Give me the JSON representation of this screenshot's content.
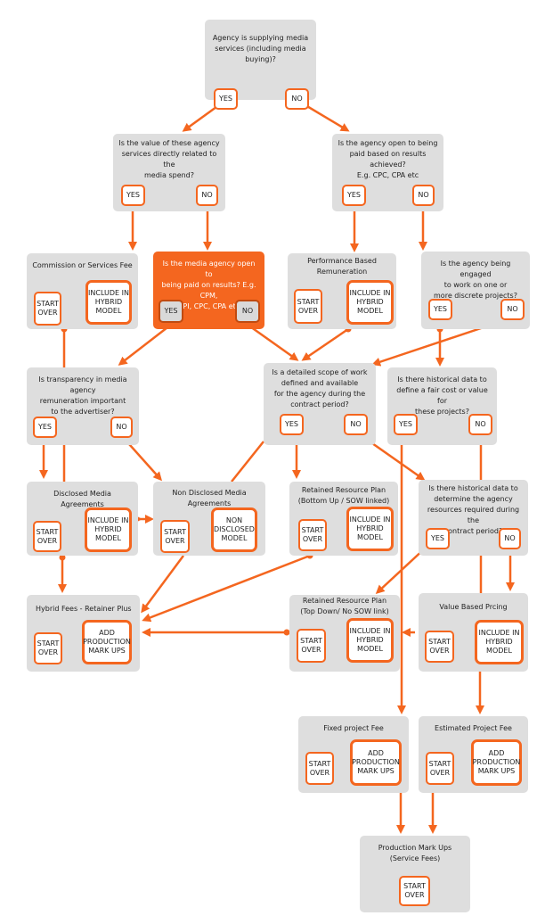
{
  "colors": {
    "accent": "#f4661f",
    "node": "#dedede",
    "highlight": "#f4661f"
  },
  "nodes": {
    "supplying": {
      "title": "Agency is supplying media\nservices (including media buying)?",
      "yes": "YES",
      "no": "NO"
    },
    "value_related": {
      "title": "Is the value of these agency\nservices directly related to the\nmedia spend?",
      "yes": "YES",
      "no": "NO"
    },
    "paid_results_open": {
      "title": "Is the agency open to being\npaid based on results achieved?\nE.g. CPC, CPA etc",
      "yes": "YES",
      "no": "NO"
    },
    "commission": {
      "title": "Commission or Services Fee",
      "start": "START\nOVER",
      "include": "INCLUDE IN\nHYBRID\nMODEL"
    },
    "media_agency_results": {
      "title": "Is the media agency open to\nbeing paid on results? E.g. CPM,\nCPI, CPC, CPA etc",
      "yes": "YES",
      "no": "NO"
    },
    "performance": {
      "title": "Performance Based\nRemuneration",
      "start": "START\nOVER",
      "include": "INCLUDE IN\nHYBRID\nMODEL"
    },
    "discrete_projects": {
      "title": "Is the agency being engaged\nto work on one or\nmore discrete projects?",
      "yes": "YES",
      "no": "NO"
    },
    "transparency": {
      "title": "Is transparency in media agency\nremuneration important\nto the advertiser?",
      "yes": "YES",
      "no": "NO"
    },
    "scope": {
      "title": "Is a detailed scope of work\ndefined and available\nfor the agency during the\ncontract period?",
      "yes": "YES",
      "no": "NO"
    },
    "historical_projects": {
      "title": "Is there historical data to\ndefine a fair cost or value for\nthese projects?",
      "yes": "YES",
      "no": "NO"
    },
    "disclosed": {
      "title": "Disclosed Media Agreements",
      "start": "START\nOVER",
      "include": "INCLUDE IN\nHYBRID\nMODEL"
    },
    "non_disclosed": {
      "title": "Non Disclosed Media Agreements",
      "start": "START\nOVER",
      "include": "NON\nDISCLOSED\nMODEL"
    },
    "retained_bottom_up": {
      "title": "Retained Resource Plan\n(Bottom Up / SOW linked)",
      "start": "START\nOVER",
      "include": "INCLUDE IN\nHYBRID\nMODEL"
    },
    "historical_resources": {
      "title": "Is there historical data to\ndetermine the agency\nresources required during the\ncontract period?",
      "yes": "YES",
      "no": "NO"
    },
    "hybrid_fees": {
      "title": "Hybrid Fees - Retainer Plus",
      "start": "START\nOVER",
      "include": "ADD\nPRODUCTION\nMARK UPS"
    },
    "retained_top_down": {
      "title": "Retained Resource Plan\n(Top Down/ No SOW link)",
      "start": "START\nOVER",
      "include": "INCLUDE IN\nHYBRID\nMODEL"
    },
    "value_based": {
      "title": "Value Based Prcing",
      "start": "START\nOVER",
      "include": "INCLUDE IN\nHYBRID\nMODEL"
    },
    "fixed_project": {
      "title": "Fixed project Fee",
      "start": "START\nOVER",
      "include": "ADD\nPRODUCTION\nMARK UPS"
    },
    "estimated_project": {
      "title": "Estimated Project Fee",
      "start": "START\nOVER",
      "include": "ADD\nPRODUCTION\nMARK UPS"
    },
    "production_markups": {
      "title": "Production Mark Ups\n(Service Fees)",
      "start": "START\nOVER"
    }
  }
}
